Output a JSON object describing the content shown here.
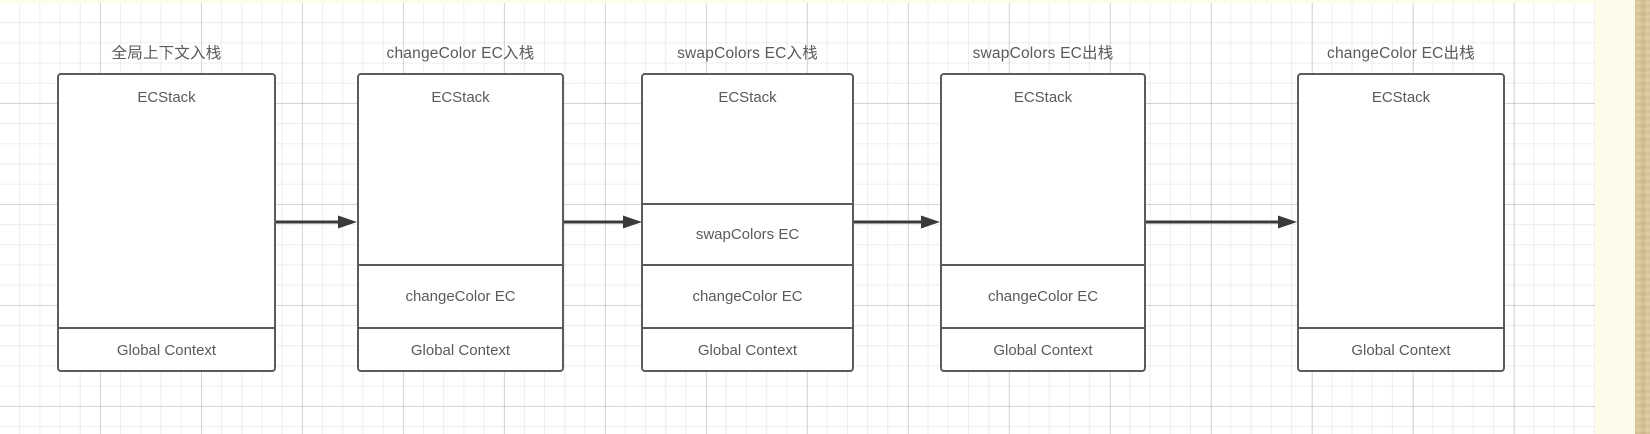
{
  "diagram": {
    "title_row_note": "execution context stack progression",
    "stroke_color": "#5b5b5b",
    "text_color": "#5a5a5a",
    "background_color": "#ffffff",
    "page_margin_color": "#fdfbe9",
    "paper_edge_color": "#ddcba0",
    "stack_caption": "ECStack",
    "columns": [
      {
        "title": "全局上下文入栈",
        "caption": "ECStack",
        "frames": [
          {
            "label": "Global Context"
          }
        ]
      },
      {
        "title": "changeColor EC入栈",
        "caption": "ECStack",
        "frames": [
          {
            "label": "changeColor EC"
          },
          {
            "label": "Global Context"
          }
        ]
      },
      {
        "title": "swapColors EC入栈",
        "caption": "ECStack",
        "frames": [
          {
            "label": "swapColors EC"
          },
          {
            "label": "changeColor EC"
          },
          {
            "label": "Global Context"
          }
        ]
      },
      {
        "title": "swapColors EC出栈",
        "caption": "ECStack",
        "frames": [
          {
            "label": "changeColor EC"
          },
          {
            "label": "Global Context"
          }
        ]
      },
      {
        "title": "changeColor EC出栈",
        "caption": "ECStack",
        "frames": [
          {
            "label": "Global Context"
          }
        ]
      }
    ],
    "arrows": [
      {
        "name": "arrow-1-to-2"
      },
      {
        "name": "arrow-2-to-3"
      },
      {
        "name": "arrow-3-to-4"
      },
      {
        "name": "arrow-4-to-5"
      }
    ]
  }
}
